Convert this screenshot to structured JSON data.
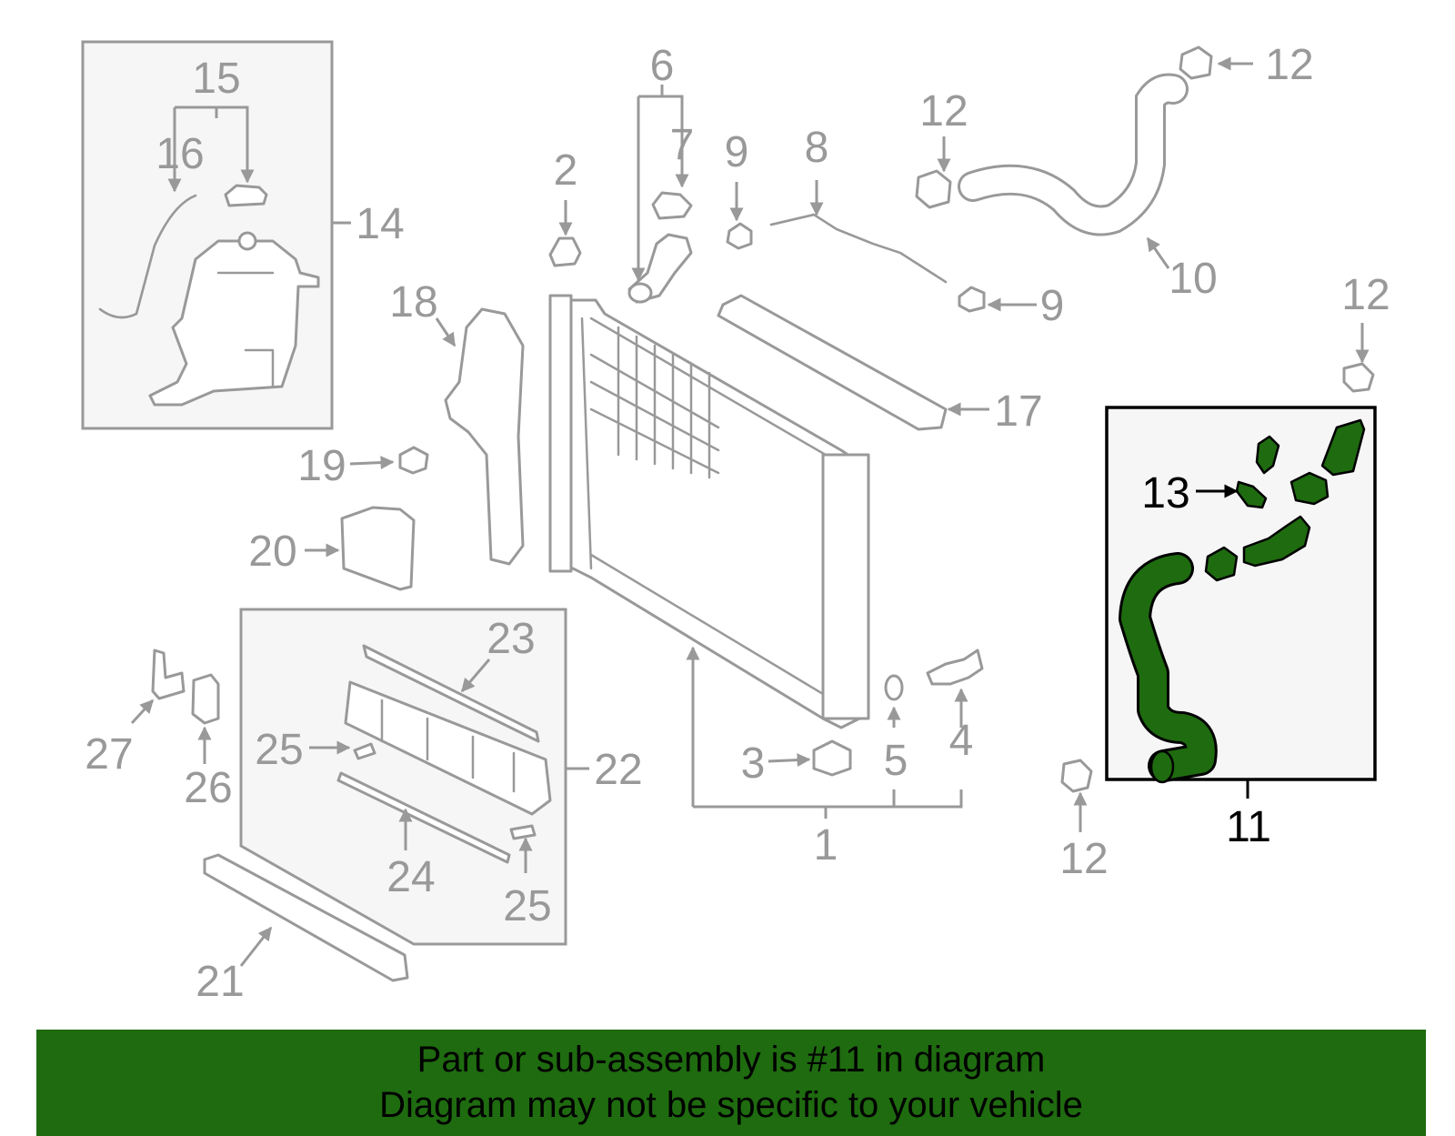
{
  "colors": {
    "part_outline": "#999999",
    "highlight_part": "#1f6b10",
    "banner_bg": "#1f6b10",
    "banner_text": "#000000",
    "highlight_box": "#000000"
  },
  "callouts": {
    "c1": "1",
    "c2": "2",
    "c3": "3",
    "c4": "4",
    "c5": "5",
    "c6": "6",
    "c7": "7",
    "c8": "8",
    "c9a": "9",
    "c9b": "9",
    "c10": "10",
    "c11": "11",
    "c12a": "12",
    "c12b": "12",
    "c12c": "12",
    "c12d": "12",
    "c13": "13",
    "c14": "14",
    "c15": "15",
    "c16": "16",
    "c17": "17",
    "c18": "18",
    "c19": "19",
    "c20": "20",
    "c21": "21",
    "c22": "22",
    "c23": "23",
    "c24": "24",
    "c25a": "25",
    "c25b": "25",
    "c26": "26",
    "c27": "27"
  },
  "highlighted_part": "11",
  "banner": {
    "line1": "Part or sub-assembly is #11 in diagram",
    "line2": "Diagram may not be specific to your vehicle"
  }
}
